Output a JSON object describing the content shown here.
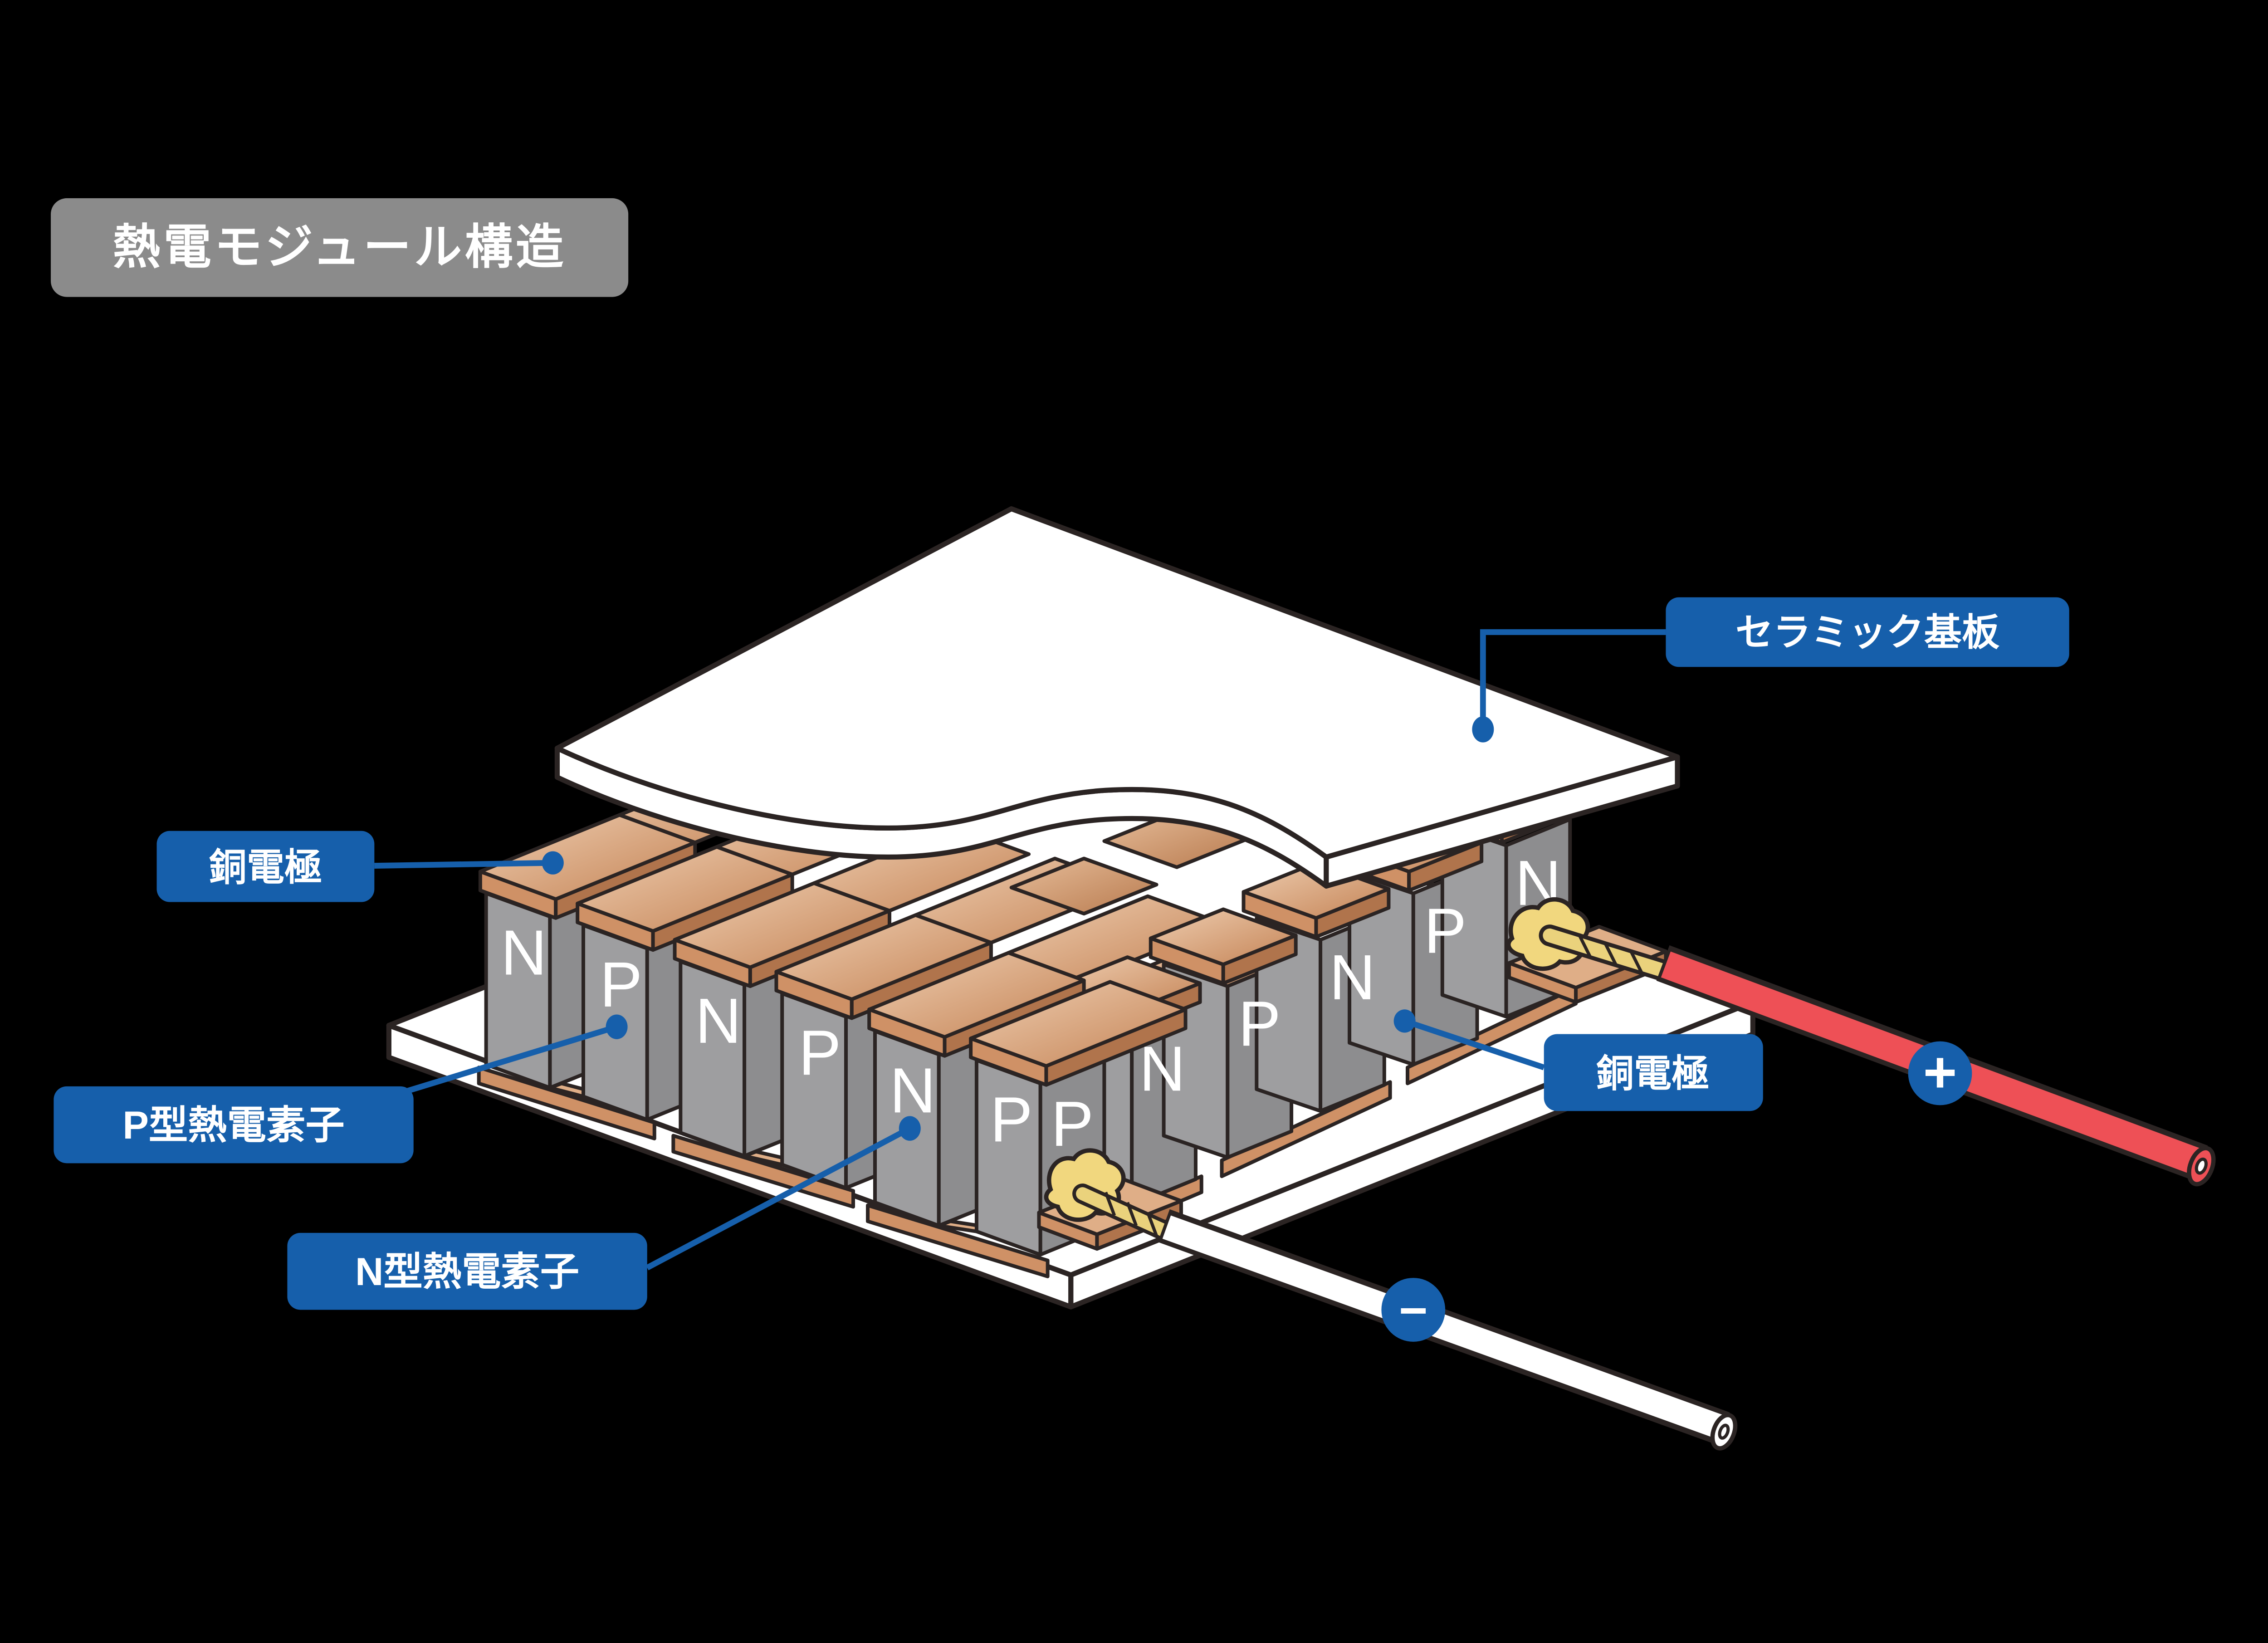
{
  "title": "熱電モジュール構造",
  "labels": {
    "ceramic_substrate": "セラミック基板",
    "copper_electrode_top": "銅電極",
    "copper_electrode_bottom": "銅電極",
    "p_type_element": "P型熱電素子",
    "n_type_element": "N型熱電素子"
  },
  "wires": {
    "positive": "+",
    "negative": "−"
  },
  "module": {
    "letters": [
      "N",
      "P",
      "N",
      "P",
      "N",
      "P",
      "P",
      "N",
      "P",
      "N",
      "P",
      "N"
    ]
  },
  "colors": {
    "accent_blue": "#165fab",
    "title_gray": "#8b8b8b",
    "copper": "#cf9166",
    "copper_light": "#eecdb0",
    "copper_dark": "#b0744c",
    "block_gray": "#9e9ea0",
    "block_gray_dark": "#8d8d8f",
    "wire_red": "#ee5056",
    "solder_yellow": "#f1d77e",
    "outline": "#2b2423",
    "ceramic_white": "#ffffff"
  }
}
